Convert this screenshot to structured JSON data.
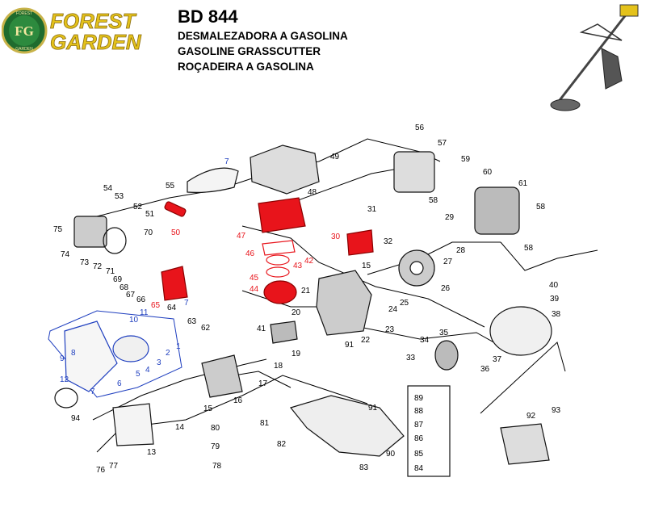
{
  "brand": {
    "monogram": "FG",
    "name_line1": "FOREST",
    "name_line2": "GARDEN",
    "ring_top": "FOREST",
    "ring_bottom": "GARDEN"
  },
  "header": {
    "model": "BD 844",
    "line1": "DESMALEZADORA A GASOLINA",
    "line2": "GASOLINE GRASSCUTTER",
    "line3": "ROÇADEIRA A GASOLINA"
  },
  "colors": {
    "brand_yellow": "#e4c21b",
    "brand_green": "#1f6b2e",
    "highlight_red": "#e8141b",
    "highlight_blue": "#1f3fbf",
    "line": "#000000"
  },
  "parts": [
    {
      "n": "1",
      "c": "blue"
    },
    {
      "n": "2",
      "c": "blue"
    },
    {
      "n": "3",
      "c": "blue"
    },
    {
      "n": "4",
      "c": "blue"
    },
    {
      "n": "5",
      "c": "blue"
    },
    {
      "n": "6",
      "c": "blue"
    },
    {
      "n": "7",
      "c": "blue"
    },
    {
      "n": "8",
      "c": "blue"
    },
    {
      "n": "9",
      "c": "blue"
    },
    {
      "n": "10",
      "c": "blue"
    },
    {
      "n": "11",
      "c": "blue"
    },
    {
      "n": "12",
      "c": "blue"
    },
    {
      "n": "13",
      "c": "black"
    },
    {
      "n": "14",
      "c": "black"
    },
    {
      "n": "15",
      "c": "black"
    },
    {
      "n": "16",
      "c": "black"
    },
    {
      "n": "17",
      "c": "black"
    },
    {
      "n": "18",
      "c": "black"
    },
    {
      "n": "19",
      "c": "black"
    },
    {
      "n": "20",
      "c": "black"
    },
    {
      "n": "21",
      "c": "black"
    },
    {
      "n": "22",
      "c": "black"
    },
    {
      "n": "23",
      "c": "black"
    },
    {
      "n": "24",
      "c": "black"
    },
    {
      "n": "25",
      "c": "black"
    },
    {
      "n": "26",
      "c": "black"
    },
    {
      "n": "27",
      "c": "black"
    },
    {
      "n": "28",
      "c": "black"
    },
    {
      "n": "29",
      "c": "black"
    },
    {
      "n": "30",
      "c": "red"
    },
    {
      "n": "31",
      "c": "black"
    },
    {
      "n": "32",
      "c": "black"
    },
    {
      "n": "33",
      "c": "black"
    },
    {
      "n": "34",
      "c": "black"
    },
    {
      "n": "35",
      "c": "black"
    },
    {
      "n": "36",
      "c": "black"
    },
    {
      "n": "37",
      "c": "black"
    },
    {
      "n": "38",
      "c": "black"
    },
    {
      "n": "39",
      "c": "black"
    },
    {
      "n": "40",
      "c": "black"
    },
    {
      "n": "41",
      "c": "black"
    },
    {
      "n": "42",
      "c": "red"
    },
    {
      "n": "43",
      "c": "red"
    },
    {
      "n": "44",
      "c": "red"
    },
    {
      "n": "45",
      "c": "red"
    },
    {
      "n": "46",
      "c": "red"
    },
    {
      "n": "47",
      "c": "red"
    },
    {
      "n": "48",
      "c": "black"
    },
    {
      "n": "49",
      "c": "black"
    },
    {
      "n": "50",
      "c": "red"
    },
    {
      "n": "51",
      "c": "black"
    },
    {
      "n": "52",
      "c": "black"
    },
    {
      "n": "53",
      "c": "black"
    },
    {
      "n": "54",
      "c": "black"
    },
    {
      "n": "55",
      "c": "black"
    },
    {
      "n": "56",
      "c": "black"
    },
    {
      "n": "57",
      "c": "black"
    },
    {
      "n": "58",
      "c": "black"
    },
    {
      "n": "59",
      "c": "black"
    },
    {
      "n": "60",
      "c": "black"
    },
    {
      "n": "61",
      "c": "black"
    },
    {
      "n": "62",
      "c": "black"
    },
    {
      "n": "63",
      "c": "black"
    },
    {
      "n": "64",
      "c": "black"
    },
    {
      "n": "65",
      "c": "red"
    },
    {
      "n": "66",
      "c": "black"
    },
    {
      "n": "67",
      "c": "black"
    },
    {
      "n": "68",
      "c": "black"
    },
    {
      "n": "69",
      "c": "black"
    },
    {
      "n": "70",
      "c": "black"
    },
    {
      "n": "71",
      "c": "black"
    },
    {
      "n": "72",
      "c": "black"
    },
    {
      "n": "73",
      "c": "black"
    },
    {
      "n": "74",
      "c": "black"
    },
    {
      "n": "75",
      "c": "black"
    },
    {
      "n": "76",
      "c": "black"
    },
    {
      "n": "77",
      "c": "black"
    },
    {
      "n": "78",
      "c": "black"
    },
    {
      "n": "79",
      "c": "black"
    },
    {
      "n": "80",
      "c": "black"
    },
    {
      "n": "81",
      "c": "black"
    },
    {
      "n": "82",
      "c": "black"
    },
    {
      "n": "83",
      "c": "black"
    },
    {
      "n": "84",
      "c": "black"
    },
    {
      "n": "85",
      "c": "black"
    },
    {
      "n": "86",
      "c": "black"
    },
    {
      "n": "87",
      "c": "black"
    },
    {
      "n": "88",
      "c": "black"
    },
    {
      "n": "89",
      "c": "black"
    },
    {
      "n": "90",
      "c": "black"
    },
    {
      "n": "91",
      "c": "black"
    },
    {
      "n": "92",
      "c": "black"
    },
    {
      "n": "93",
      "c": "black"
    },
    {
      "n": "94",
      "c": "black"
    }
  ]
}
